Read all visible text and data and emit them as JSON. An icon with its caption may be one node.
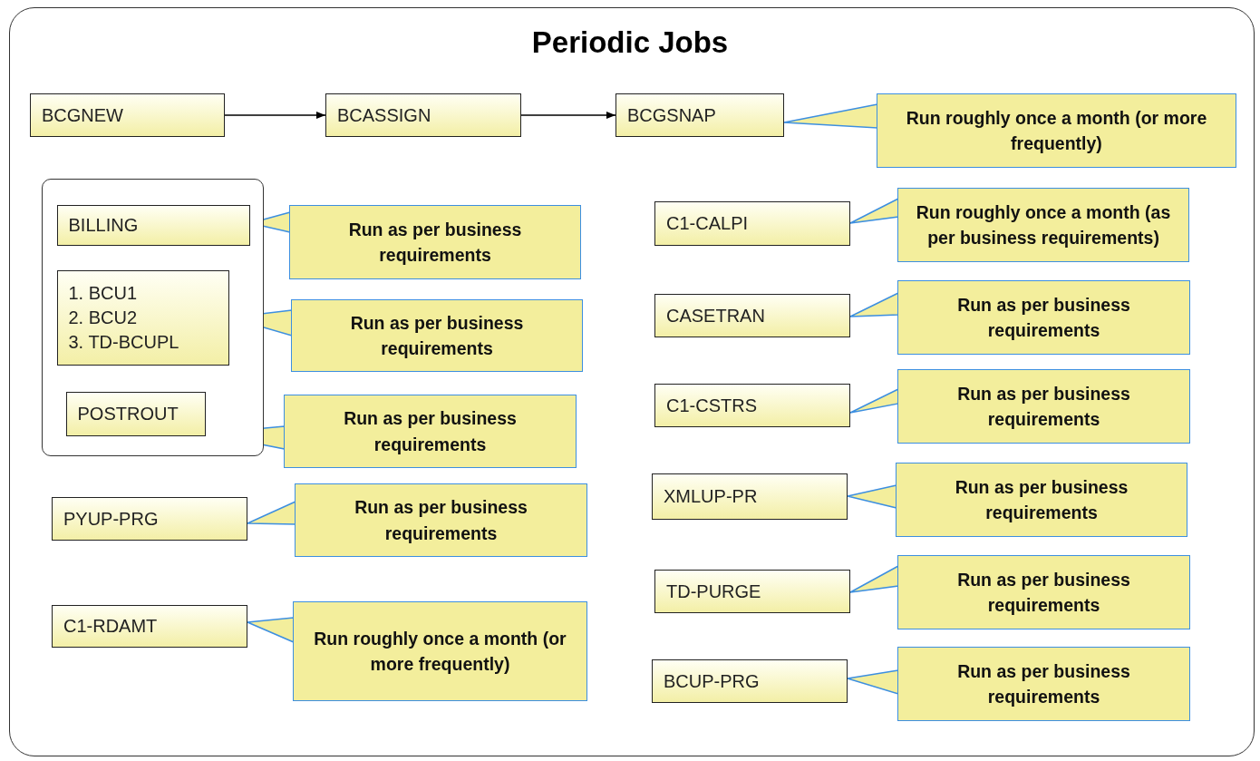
{
  "diagram": {
    "title": "Periodic Jobs",
    "nodes": [
      {
        "text": [
          "BCGNEW"
        ]
      },
      {
        "text": [
          "BCASSIGN"
        ]
      },
      {
        "text": [
          "BCGSNAP"
        ]
      },
      {
        "text": [
          "Run roughly once a month (or more frequently)"
        ]
      },
      {
        "text": [],
        "shape": "box"
      },
      {
        "text": [
          "BILLING"
        ],
        "in": 4
      },
      {
        "text": [
          "1. BCU1",
          "2. BCU2",
          "3. TD-BCUPL"
        ],
        "in": 4
      },
      {
        "text": [
          "POSTROUT"
        ],
        "in": 4
      },
      {
        "text": [
          "Run as per business requirements"
        ]
      },
      {
        "text": [
          "Run as per business requirements"
        ]
      },
      {
        "text": [
          "Run as per business requirements"
        ]
      },
      {
        "text": [
          "PYUP-PRG"
        ]
      },
      {
        "text": [
          "Run as per business requirements"
        ]
      },
      {
        "text": [
          "C1-RDAMT"
        ]
      },
      {
        "text": [
          "Run roughly once a month (or more frequently)"
        ]
      },
      {
        "text": [
          "C1-CALPI"
        ]
      },
      {
        "text": [
          "Run roughly once a month (as per business requirements)"
        ]
      },
      {
        "text": [
          "CASETRAN"
        ]
      },
      {
        "text": [
          "Run as per business requirements"
        ]
      },
      {
        "text": [
          "C1-CSTRS"
        ]
      },
      {
        "text": [
          "Run as per business requirements"
        ]
      },
      {
        "text": [
          "XMLUP-PR"
        ]
      },
      {
        "text": [
          "Run as per business requirements"
        ]
      },
      {
        "text": [
          "TD-PURGE"
        ]
      },
      {
        "text": [
          "Run as per business requirements"
        ]
      },
      {
        "text": [
          "BCUP-PRG"
        ]
      },
      {
        "text": [
          "Run as per business requirements"
        ]
      }
    ],
    "edges": [
      {
        "from": 0,
        "to": 1,
        "arrow": "to"
      },
      {
        "from": 1,
        "to": 2,
        "arrow": "to"
      },
      {
        "from": 3,
        "to": 2,
        "arrow": "none"
      },
      {
        "from": 8,
        "to": 5,
        "arrow": "none"
      },
      {
        "from": 9,
        "to": 6,
        "arrow": "none"
      },
      {
        "from": 10,
        "to": 7,
        "arrow": "none"
      },
      {
        "from": 12,
        "to": 11,
        "arrow": "none"
      },
      {
        "from": 14,
        "to": 13,
        "arrow": "none"
      },
      {
        "from": 16,
        "to": 15,
        "arrow": "none"
      },
      {
        "from": 18,
        "to": 17,
        "arrow": "none"
      },
      {
        "from": 20,
        "to": 19,
        "arrow": "none"
      },
      {
        "from": 22,
        "to": 21,
        "arrow": "none"
      },
      {
        "from": 24,
        "to": 23,
        "arrow": "none"
      },
      {
        "from": 26,
        "to": 25,
        "arrow": "none"
      }
    ]
  }
}
